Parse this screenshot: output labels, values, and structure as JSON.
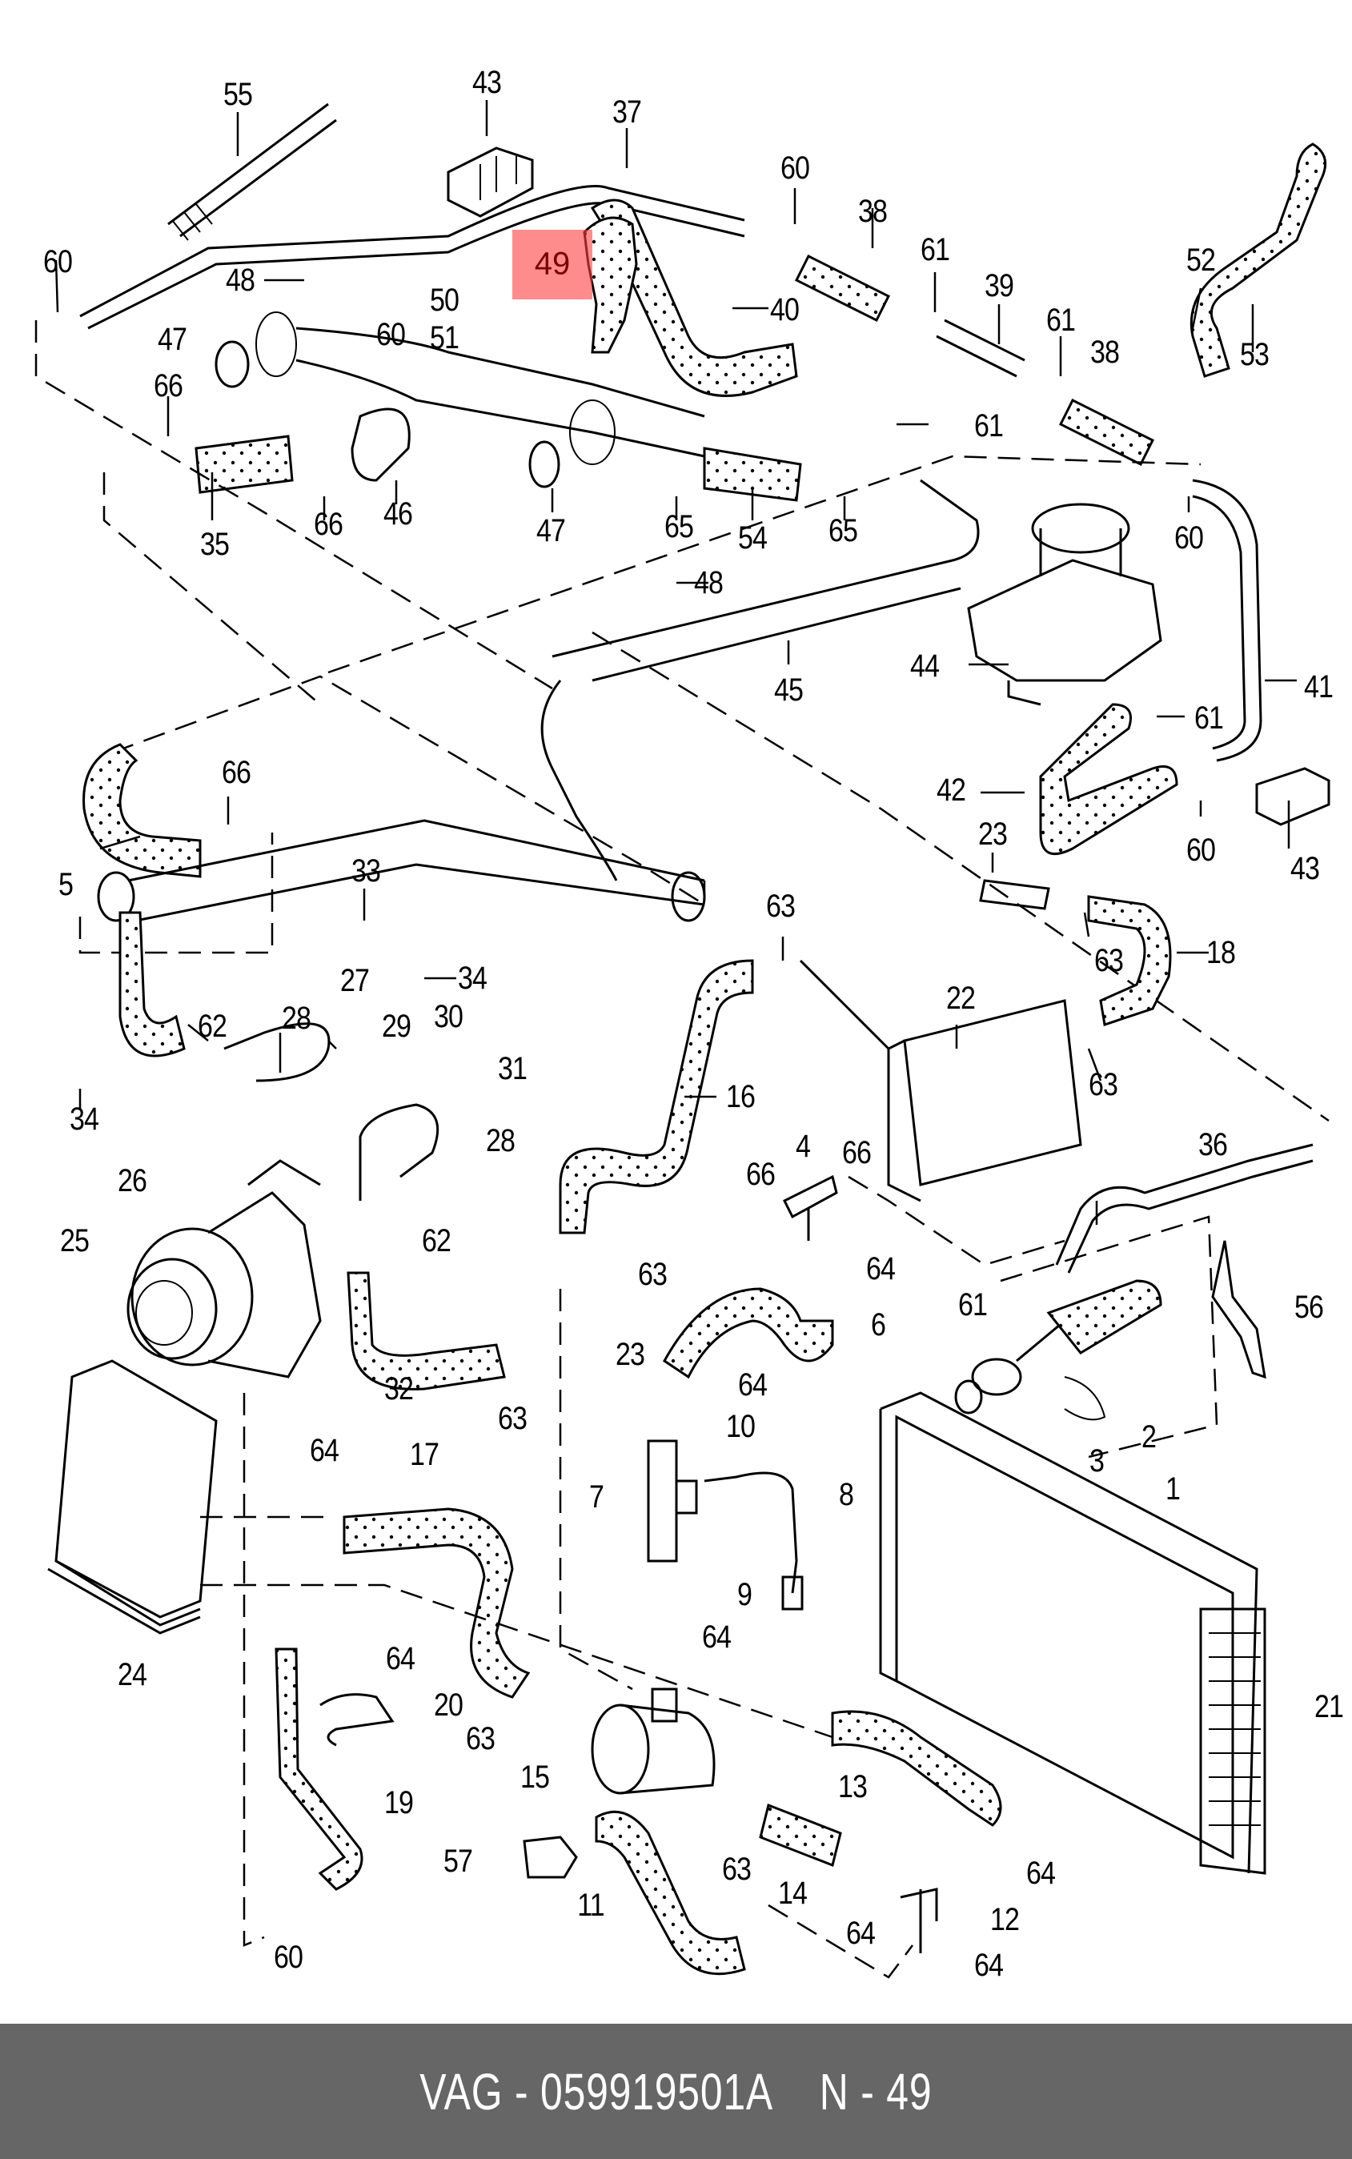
{
  "diagram": {
    "title": "Coolant system exploded parts diagram",
    "highlighted_part": "49",
    "highlight_color": "#ff4040",
    "callouts": [
      {
        "id": "c55",
        "label": "55"
      },
      {
        "id": "c43a",
        "label": "43"
      },
      {
        "id": "c37",
        "label": "37"
      },
      {
        "id": "c60a",
        "label": "60"
      },
      {
        "id": "c38a",
        "label": "38"
      },
      {
        "id": "c61a",
        "label": "61"
      },
      {
        "id": "c39",
        "label": "39"
      },
      {
        "id": "c61b",
        "label": "61"
      },
      {
        "id": "c52",
        "label": "52"
      },
      {
        "id": "c60b",
        "label": "60"
      },
      {
        "id": "c48a",
        "label": "48"
      },
      {
        "id": "c49",
        "label": "49"
      },
      {
        "id": "c50",
        "label": "50"
      },
      {
        "id": "c40",
        "label": "40"
      },
      {
        "id": "c47a",
        "label": "47"
      },
      {
        "id": "c60c",
        "label": "60"
      },
      {
        "id": "c51",
        "label": "51"
      },
      {
        "id": "c38b",
        "label": "38"
      },
      {
        "id": "c53",
        "label": "53"
      },
      {
        "id": "c61c",
        "label": "61"
      },
      {
        "id": "c66a",
        "label": "66"
      },
      {
        "id": "c35",
        "label": "35"
      },
      {
        "id": "c66b",
        "label": "66"
      },
      {
        "id": "c46",
        "label": "46"
      },
      {
        "id": "c47b",
        "label": "47"
      },
      {
        "id": "c65a",
        "label": "65"
      },
      {
        "id": "c54",
        "label": "54"
      },
      {
        "id": "c65b",
        "label": "65"
      },
      {
        "id": "c60d",
        "label": "60"
      },
      {
        "id": "c48b",
        "label": "48"
      },
      {
        "id": "c45",
        "label": "45"
      },
      {
        "id": "c44",
        "label": "44"
      },
      {
        "id": "c41",
        "label": "41"
      },
      {
        "id": "c61d",
        "label": "61"
      },
      {
        "id": "c66c",
        "label": "66"
      },
      {
        "id": "c5",
        "label": "5"
      },
      {
        "id": "c42",
        "label": "42"
      },
      {
        "id": "c60e",
        "label": "60"
      },
      {
        "id": "c43b",
        "label": "43"
      },
      {
        "id": "c33",
        "label": "33"
      },
      {
        "id": "c23a",
        "label": "23"
      },
      {
        "id": "c63a",
        "label": "63"
      },
      {
        "id": "c34a",
        "label": "34"
      },
      {
        "id": "c63b",
        "label": "63"
      },
      {
        "id": "c18",
        "label": "18"
      },
      {
        "id": "c27",
        "label": "27"
      },
      {
        "id": "c62a",
        "label": "62"
      },
      {
        "id": "c28a",
        "label": "28"
      },
      {
        "id": "c29",
        "label": "29"
      },
      {
        "id": "c30",
        "label": "30"
      },
      {
        "id": "c22",
        "label": "22"
      },
      {
        "id": "c31",
        "label": "31"
      },
      {
        "id": "c34b",
        "label": "34"
      },
      {
        "id": "c16",
        "label": "16"
      },
      {
        "id": "c63c",
        "label": "63"
      },
      {
        "id": "c28b",
        "label": "28"
      },
      {
        "id": "c26",
        "label": "26"
      },
      {
        "id": "c36",
        "label": "36"
      },
      {
        "id": "c4",
        "label": "4"
      },
      {
        "id": "c66d",
        "label": "66"
      },
      {
        "id": "c66e",
        "label": "66"
      },
      {
        "id": "c25",
        "label": "25"
      },
      {
        "id": "c62b",
        "label": "62"
      },
      {
        "id": "c63d",
        "label": "63"
      },
      {
        "id": "c64a",
        "label": "64"
      },
      {
        "id": "c61e",
        "label": "61"
      },
      {
        "id": "c56",
        "label": "56"
      },
      {
        "id": "c6",
        "label": "6"
      },
      {
        "id": "c32",
        "label": "32"
      },
      {
        "id": "c23b",
        "label": "23"
      },
      {
        "id": "c63e",
        "label": "63"
      },
      {
        "id": "c64b",
        "label": "64"
      },
      {
        "id": "c10",
        "label": "10"
      },
      {
        "id": "c2",
        "label": "2"
      },
      {
        "id": "c3",
        "label": "3"
      },
      {
        "id": "c1",
        "label": "1"
      },
      {
        "id": "c64c",
        "label": "64"
      },
      {
        "id": "c17",
        "label": "17"
      },
      {
        "id": "c7",
        "label": "7"
      },
      {
        "id": "c8",
        "label": "8"
      },
      {
        "id": "c9",
        "label": "9"
      },
      {
        "id": "c24",
        "label": "24"
      },
      {
        "id": "c64d",
        "label": "64"
      },
      {
        "id": "c64e",
        "label": "64"
      },
      {
        "id": "c20",
        "label": "20"
      },
      {
        "id": "c21",
        "label": "21"
      },
      {
        "id": "c63f",
        "label": "63"
      },
      {
        "id": "c15",
        "label": "15"
      },
      {
        "id": "c13",
        "label": "13"
      },
      {
        "id": "c19",
        "label": "19"
      },
      {
        "id": "c57",
        "label": "57"
      },
      {
        "id": "c63g",
        "label": "63"
      },
      {
        "id": "c64f",
        "label": "64"
      },
      {
        "id": "c11",
        "label": "11"
      },
      {
        "id": "c14",
        "label": "14"
      },
      {
        "id": "c12",
        "label": "12"
      },
      {
        "id": "c64g",
        "label": "64"
      },
      {
        "id": "c64h",
        "label": "64"
      },
      {
        "id": "c60f",
        "label": "60"
      }
    ]
  },
  "footer": {
    "brand": "VAG",
    "separator": "-",
    "part_number": "059919501A",
    "position_prefix": "N",
    "position_separator": "-",
    "position_number": "49"
  }
}
